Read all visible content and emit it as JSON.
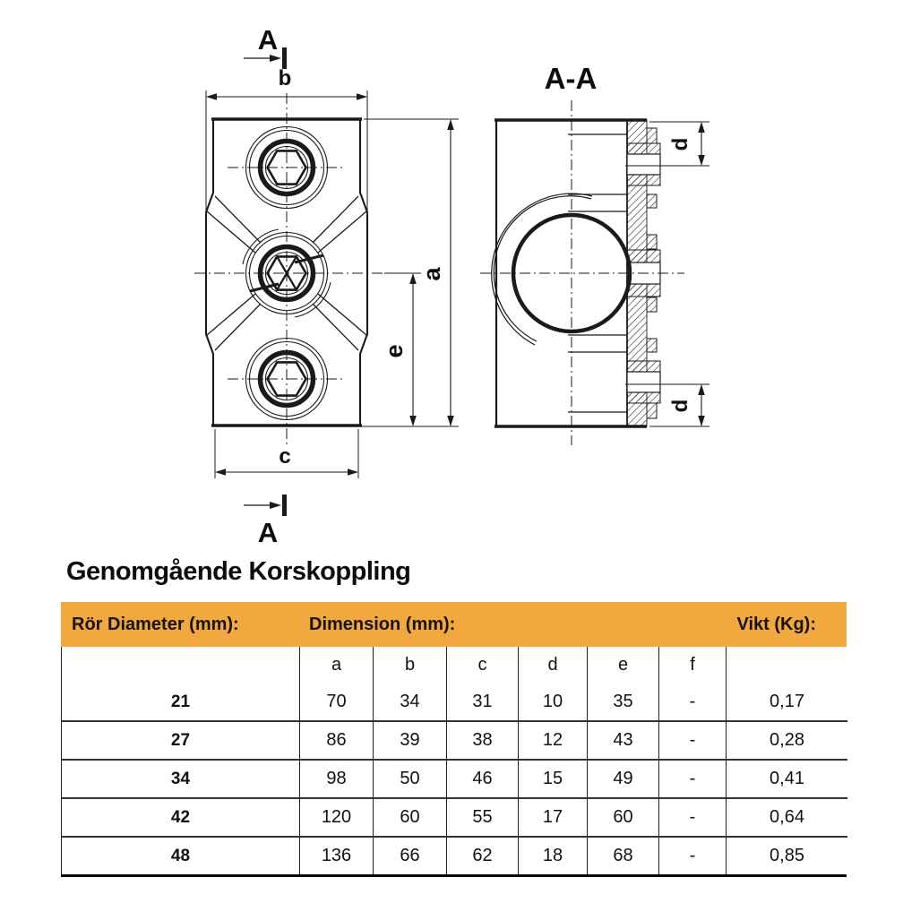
{
  "title": "Genomgående Korskoppling",
  "drawing": {
    "section_label": "A",
    "section_title": "A-A",
    "dim_a": "a",
    "dim_b": "b",
    "dim_c": "c",
    "dim_d": "d",
    "dim_e": "e"
  },
  "table": {
    "headers": {
      "diameter": "Rör  Diameter (mm):",
      "dimension": "Dimension (mm):",
      "weight": "Vikt (Kg):"
    },
    "dim_columns": [
      "a",
      "b",
      "c",
      "d",
      "e",
      "f"
    ],
    "rows": [
      {
        "diameter": "21",
        "a": "70",
        "b": "34",
        "c": "31",
        "d": "10",
        "e": "35",
        "f": "-",
        "weight": "0,17"
      },
      {
        "diameter": "27",
        "a": "86",
        "b": "39",
        "c": "38",
        "d": "12",
        "e": "43",
        "f": "-",
        "weight": "0,28"
      },
      {
        "diameter": "34",
        "a": "98",
        "b": "50",
        "c": "46",
        "d": "15",
        "e": "49",
        "f": "-",
        "weight": "0,41"
      },
      {
        "diameter": "42",
        "a": "120",
        "b": "60",
        "c": "55",
        "d": "17",
        "e": "60",
        "f": "-",
        "weight": "0,64"
      },
      {
        "diameter": "48",
        "a": "136",
        "b": "66",
        "c": "62",
        "d": "18",
        "e": "68",
        "f": "-",
        "weight": "0,85"
      }
    ]
  },
  "colors": {
    "accent_orange": "#F1A83E",
    "line": "#1a1a1a"
  }
}
